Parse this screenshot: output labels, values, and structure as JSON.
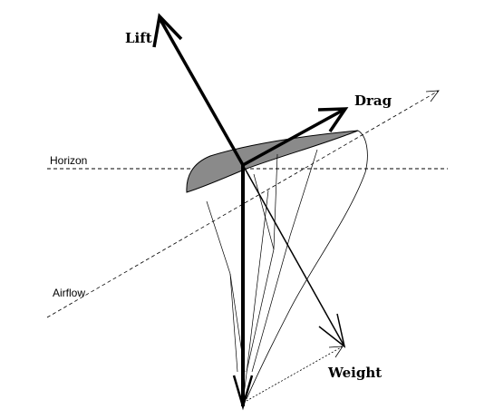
{
  "labels": {
    "lift": "Lift",
    "drag": "Drag",
    "horizon": "Horizon",
    "airflow": "Airflow",
    "weight": "Weight"
  },
  "colors": {
    "wing_fill": "#8a8a8a",
    "ink": "#000000",
    "background": "#ffffff"
  }
}
